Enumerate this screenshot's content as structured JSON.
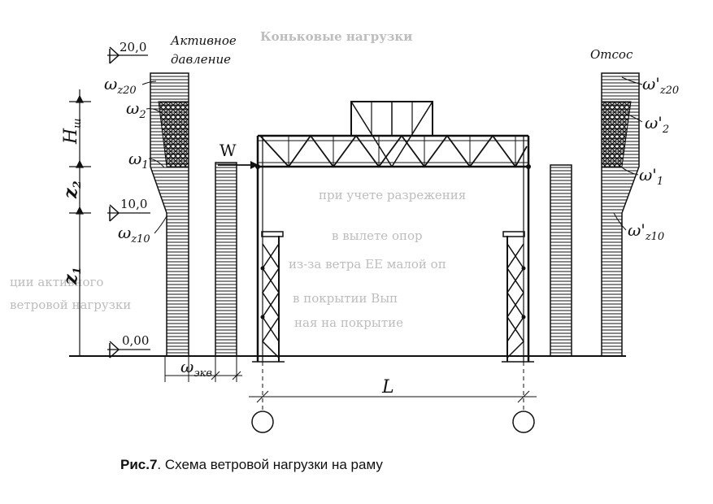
{
  "labels": {
    "active": [
      "Активное",
      "давление"
    ],
    "suction": "Отсос",
    "level_top": "20,0",
    "level_mid": "10,0",
    "level_zero": "0,00",
    "wind": "W",
    "span": "L",
    "omega": "ω",
    "omega_prime": "ω'",
    "sub_z20": "z20",
    "sub_2": "2",
    "sub_1": "1",
    "sub_z10": "z10",
    "sub_eq": "экв",
    "h_letter": "H",
    "h_sub": "ш",
    "z_letter": "z",
    "z2_sub": "2",
    "z1_sub": "1"
  },
  "caption": {
    "prefix": "Рис.7",
    "text": ". Схема ветровой нагрузки на раму"
  },
  "background_text": [
    "Коньковые нагрузки",
    "при учете разрежения",
    "в вылете опор",
    "из-за ветра EE малой оп",
    "в покрытии Вып",
    "ная на покрытие",
    "ции активного",
    "ветровой нагрузки"
  ],
  "colors": {
    "ink": "#111111",
    "ghost": "#bdbdbd"
  }
}
